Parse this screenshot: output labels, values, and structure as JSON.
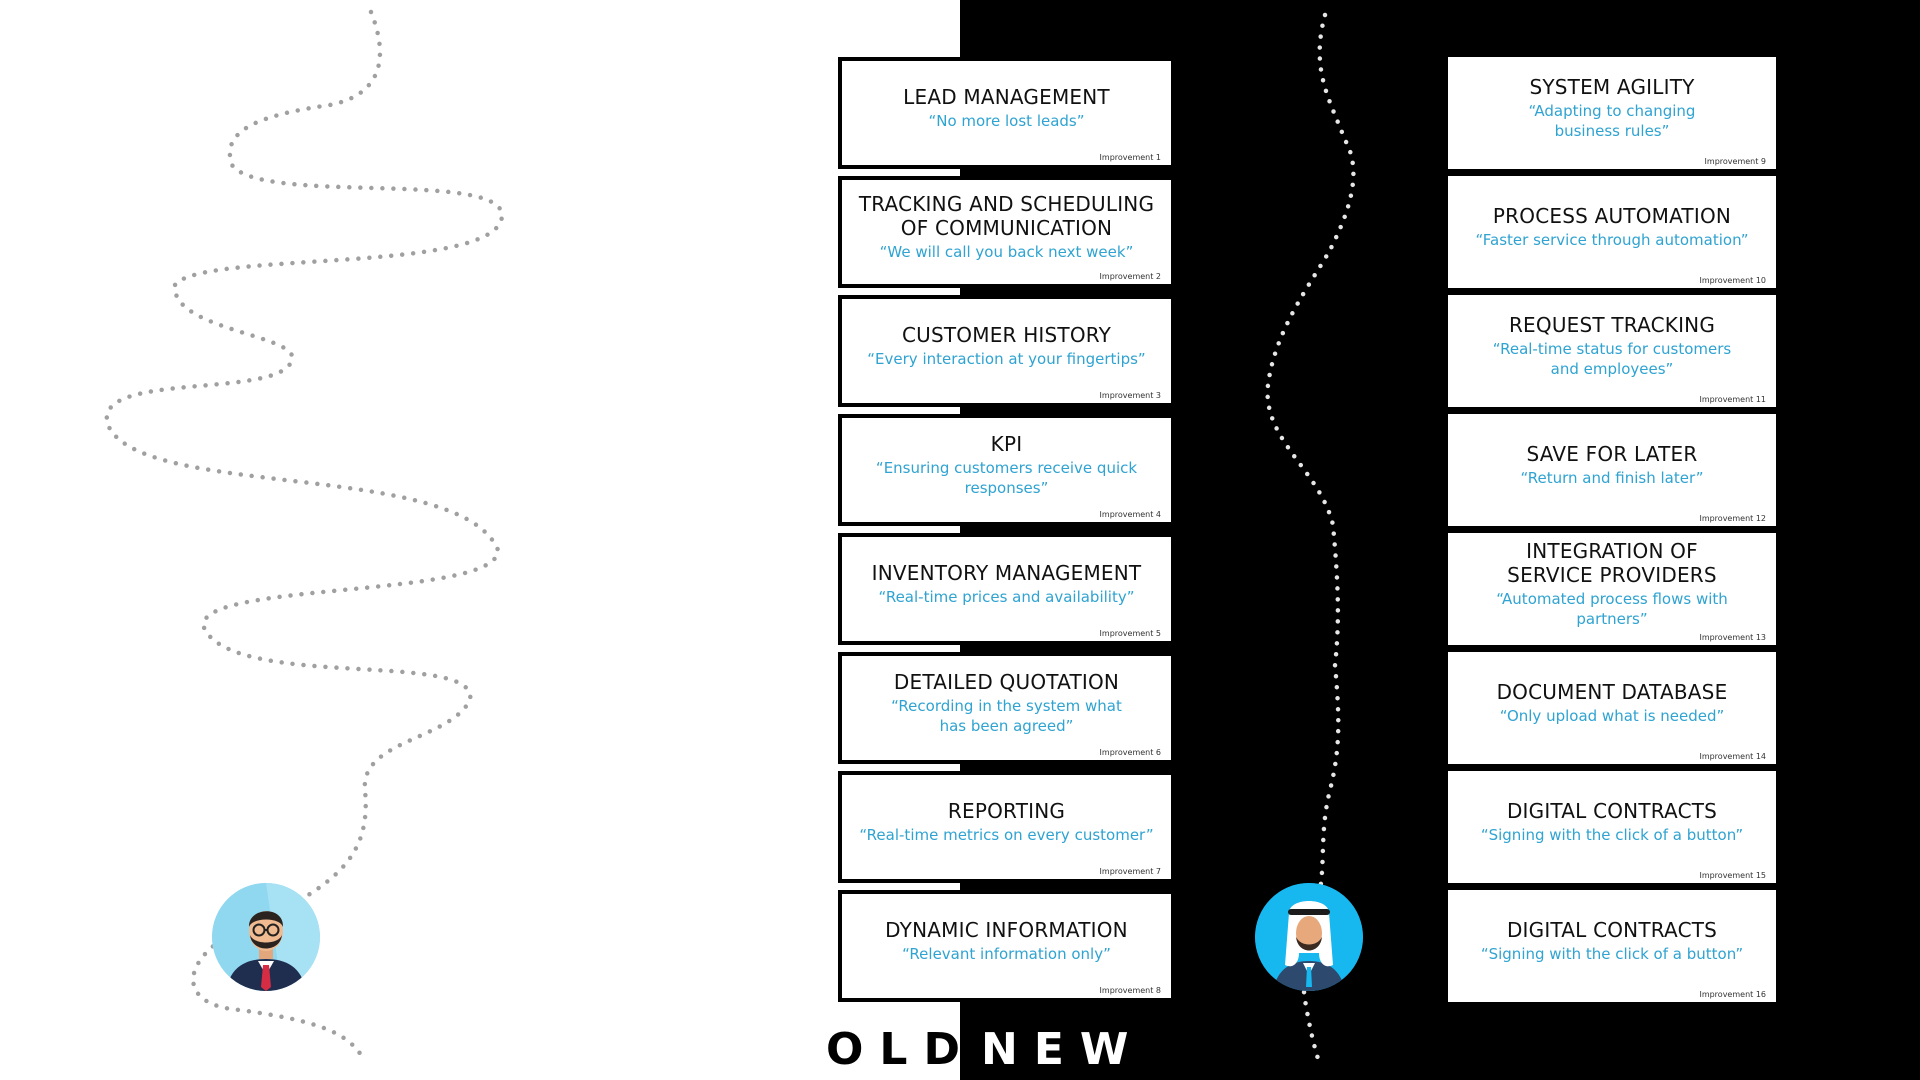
{
  "labels": {
    "old": "OLD",
    "new": "NEW"
  },
  "colors": {
    "accent": "#2fa3d1",
    "dots": "#a0a0a0",
    "avatar_light": "#8fd8f0",
    "avatar_blue": "#17b7f0"
  },
  "icons": {
    "old_avatar": "businessman-avatar-icon",
    "new_avatar": "arab-man-avatar-icon"
  },
  "old_cards": [
    {
      "title": "LEAD MANAGEMENT",
      "subtitle": "“No more lost leads”",
      "tag": "Improvement 1"
    },
    {
      "title": "TRACKING AND SCHEDULING\nOF COMMUNICATION",
      "subtitle": "“We will call you back next week”",
      "tag": "Improvement 2"
    },
    {
      "title": "CUSTOMER HISTORY",
      "subtitle": "“Every interaction at your fingertips”",
      "tag": "Improvement 3"
    },
    {
      "title": "KPI",
      "subtitle": "“Ensuring customers receive quick\nresponses”",
      "tag": "Improvement 4"
    },
    {
      "title": "INVENTORY MANAGEMENT",
      "subtitle": "“Real-time prices and availability”",
      "tag": "Improvement 5"
    },
    {
      "title": "DETAILED QUOTATION",
      "subtitle": "“Recording in the system what\nhas been agreed”",
      "tag": "Improvement 6"
    },
    {
      "title": "REPORTING",
      "subtitle": "“Real-time metrics on every customer”",
      "tag": "Improvement 7"
    },
    {
      "title": "DYNAMIC INFORMATION",
      "subtitle": "“Relevant information only”",
      "tag": "Improvement 8"
    }
  ],
  "new_cards": [
    {
      "title": "SYSTEM AGILITY",
      "subtitle": "“Adapting to changing\nbusiness rules”",
      "tag": "Improvement 9"
    },
    {
      "title": "PROCESS AUTOMATION",
      "subtitle": "“Faster service through automation”",
      "tag": "Improvement 10"
    },
    {
      "title": "REQUEST TRACKING",
      "subtitle": "“Real-time status for customers\nand employees”",
      "tag": "Improvement 11"
    },
    {
      "title": "SAVE FOR LATER",
      "subtitle": "“Return and finish later”",
      "tag": "Improvement 12"
    },
    {
      "title": "INTEGRATION OF\nSERVICE PROVIDERS",
      "subtitle": "“Automated process flows with partners”",
      "tag": "Improvement 13"
    },
    {
      "title": "DOCUMENT DATABASE",
      "subtitle": "“Only upload what is needed”",
      "tag": "Improvement 14"
    },
    {
      "title": "DIGITAL CONTRACTS",
      "subtitle": "“Signing with the click of a button”",
      "tag": "Improvement 15"
    },
    {
      "title": "DIGITAL CONTRACTS",
      "subtitle": "“Signing with the click of a button”",
      "tag": "Improvement 16"
    }
  ]
}
